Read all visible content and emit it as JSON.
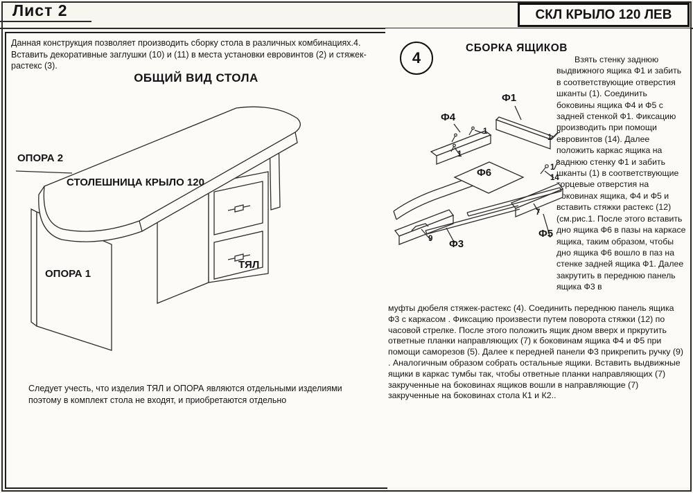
{
  "page": {
    "sheet_label": "Лист 2",
    "title_box": "СКЛ КРЫЛО 120 ЛЕВ"
  },
  "left": {
    "intro": "Данная конструкция позволяет производить сборку стола в различных комбинациях.4. Вставить декоративные заглушки  (10) и (11) в места установки евровинтов (2) и стяжек-растекс (3).",
    "heading": "ОБЩИЙ ВИД СТОЛА",
    "label_opora2": "ОПОРА 2",
    "label_top": "СТОЛЕШНИЦА  КРЫЛО 120",
    "label_opora1": "ОПОРА 1",
    "label_tyal": "ТЯЛ",
    "footnote": "Следует учесть, что изделия  ТЯЛ и ОПОРА являются отдельными изделиями поэтому в комплект стола не входят, и приобретаются отдельно"
  },
  "right": {
    "step_number": "4",
    "heading": "СБОРКА ЯЩИКОВ",
    "side_text": "Взять стенку заднюю выдвижного ящика Ф1 и забить в соответствующие отверстия шканты (1). Соединить боковины ящика Ф4 и Ф5 с задней стенкой Ф1. Фиксацию производить при помощи евровинтов (14). Далее положить каркас ящика на заднюю стенку Ф1  и забить шканты (1) в соответствующие  торцевые отверстия на боковинах ящика, Ф4 и Ф5 и вставить стяжки растекс (12) (см.рис.1. После этого вставить дно ящика Ф6  в пазы на каркасе ящика, таким образом, чтобы дно ящика Ф6  вошло в паз на стенке задней ящика Ф1. Далее закрутить в переднюю панель ящика Ф3 в",
    "bottom_text": "муфты дюбеля стяжек-растекс (4). Соединить переднюю панель ящика  Ф3 с каркасом . Фиксацию произвести путем поворота стяжки (12) по часовой стрелке. После этого положить ящик дном вверх и пркрутить ответные планки направляющих  (7) к боковинам ящика Ф4 и Ф5 при помощи саморезов (5). Далее к передней панели Ф3 прикрепить ручку  (9) . Аналогичным образом собрать остальные ящики. Вставить выдвижные ящики в каркас тумбы так, чтобы ответные планки направляющих (7) закрученные на боковинах ящиков  вошли в направляющие (7) закрученные на боковинах стола К1 и К2..",
    "labels": {
      "f1": "Ф1",
      "f4": "Ф4",
      "f5": "Ф5",
      "f6": "Ф6",
      "f3": "Ф3",
      "n1": "1",
      "n7": "7",
      "n9": "9",
      "n14": "14"
    }
  }
}
